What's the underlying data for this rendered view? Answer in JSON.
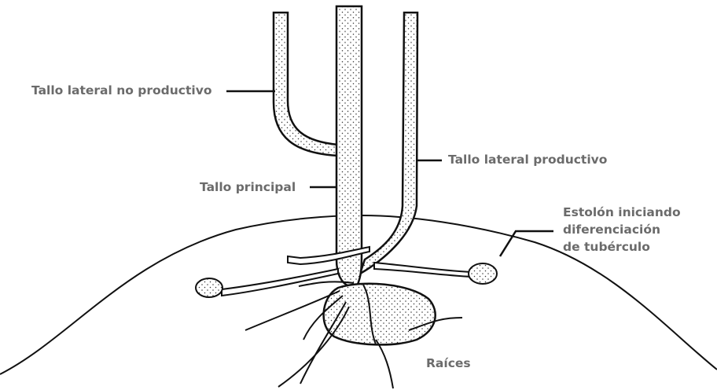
{
  "labels": {
    "lateral_no_productivo": "Tallo lateral no productivo",
    "lateral_productivo": "Tallo lateral productivo",
    "principal": "Tallo principal",
    "estolon": [
      "Estolón iniciando",
      "diferenciación",
      "de tubérculo"
    ],
    "raices": "Raíces"
  },
  "colors": {
    "line": "#111111",
    "label": "#6b6b6b",
    "stipple": "#333333",
    "background": "#ffffff"
  }
}
